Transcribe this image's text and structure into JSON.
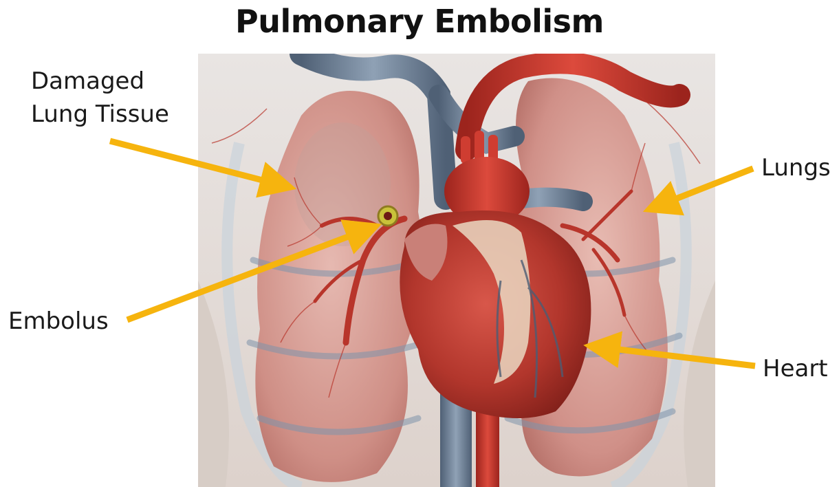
{
  "title": "Pulmonary Embolism",
  "labels": {
    "damaged_line1": "Damaged",
    "damaged_line2": "Lung Tissue",
    "lungs": "Lungs",
    "embolus": "Embolus",
    "heart": "Heart"
  },
  "colors": {
    "arrow": "#F6B40E",
    "lung": "#D9A39B",
    "heart": "#B8352B",
    "vein": "#6E8197",
    "artery": "#C8332A",
    "background": "#EDE7E2"
  }
}
